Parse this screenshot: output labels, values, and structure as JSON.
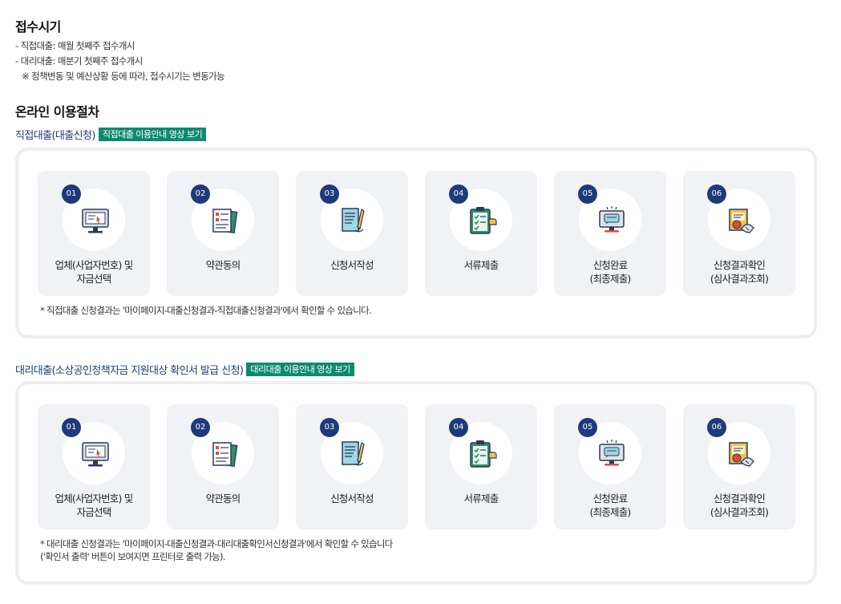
{
  "reception": {
    "title": "접수시기",
    "lines": [
      "- 직접대출: 매월 첫째주 접수개시",
      "- 대리대출: 매분기 첫째주 접수개시",
      "※ 정책변동 및 예산상황 등에 따라, 접수시기는 변동가능"
    ]
  },
  "procedure": {
    "title": "온라인 이용절차"
  },
  "direct": {
    "heading": "직접대출(대출신청)",
    "video_button": "직접대출 이용안내 영상 보기",
    "steps": [
      {
        "num": "01",
        "label": "업체(사업자번호) 및\n자금선택",
        "icon": "computer-icon"
      },
      {
        "num": "02",
        "label": "약관동의",
        "icon": "documents-icon"
      },
      {
        "num": "03",
        "label": "신청서작성",
        "icon": "form-pen-icon"
      },
      {
        "num": "04",
        "label": "서류제출",
        "icon": "clipboard-check-icon"
      },
      {
        "num": "05",
        "label": "신청완료\n(최종제출)",
        "icon": "monitor-message-icon"
      },
      {
        "num": "06",
        "label": "신청결과확인\n(심사결과조회)",
        "icon": "handshake-icon"
      }
    ],
    "note": "* 직접대출 신청결과는 '마이페이지-대출신청결과-직접대출신청결과'에서 확인할 수 있습니다."
  },
  "proxy": {
    "heading": "대리대출(소상공인정책자금 지원대상 확인서 발급 신청)",
    "video_button": "대리대출 이용안내 영상 보기",
    "steps": [
      {
        "num": "01",
        "label": "업체(사업자번호) 및\n자금선택",
        "icon": "computer-icon"
      },
      {
        "num": "02",
        "label": "약관동의",
        "icon": "documents-icon"
      },
      {
        "num": "03",
        "label": "신청서작성",
        "icon": "form-pen-icon"
      },
      {
        "num": "04",
        "label": "서류제출",
        "icon": "clipboard-check-icon"
      },
      {
        "num": "05",
        "label": "신청완료\n(최종제출)",
        "icon": "monitor-message-icon"
      },
      {
        "num": "06",
        "label": "신청결과확인\n(심사결과조회)",
        "icon": "handshake-icon"
      }
    ],
    "note_lines": [
      "* 대리대출 신청결과는 '마이페이지-대출신청결과-대리대출확인서신청결과'에서 확인할 수 있습니다",
      "('확인서 출력' 버튼이 보여지면 프린터로 출력 가능)."
    ]
  },
  "colors": {
    "accent_green": "#0d8a6e",
    "badge_navy": "#1e3a7b",
    "heading_blue": "#1d3d7a",
    "card_bg": "#f1f2f6"
  }
}
